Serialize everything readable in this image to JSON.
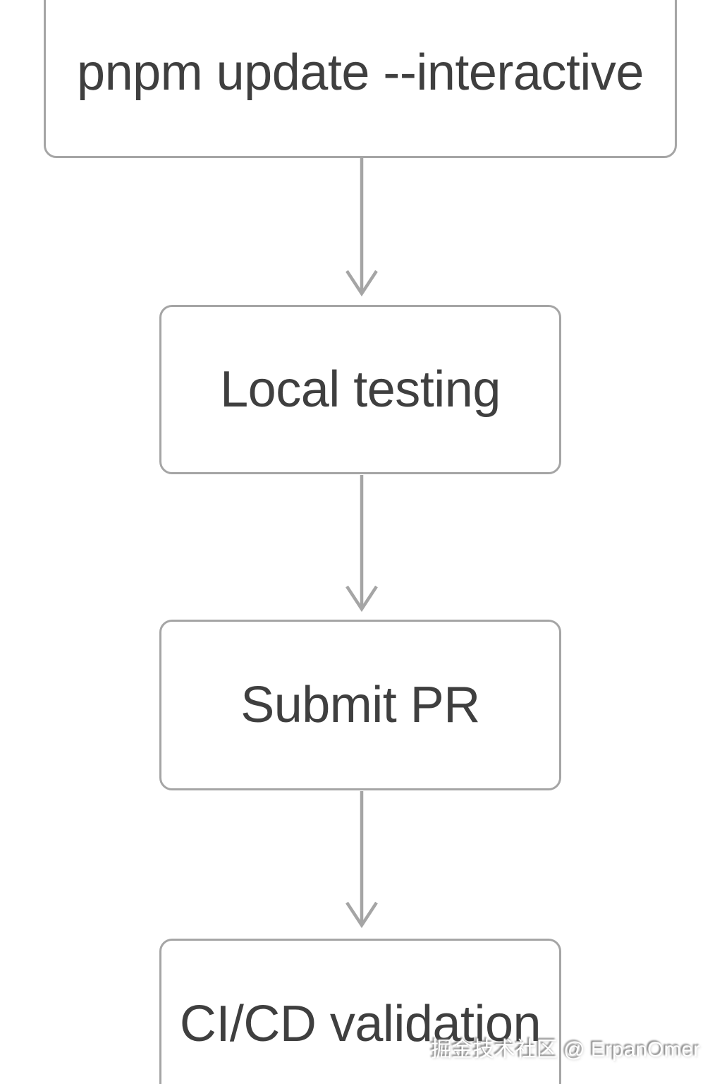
{
  "diagram": {
    "type": "flowchart",
    "direction": "top-down",
    "nodes": [
      {
        "id": "step-1",
        "label": "pnpm update --interactive"
      },
      {
        "id": "step-2",
        "label": "Local testing"
      },
      {
        "id": "step-3",
        "label": "Submit PR"
      },
      {
        "id": "step-4",
        "label": "CI/CD validation"
      }
    ],
    "edges": [
      {
        "from": "step-1",
        "to": "step-2"
      },
      {
        "from": "step-2",
        "to": "step-3"
      },
      {
        "from": "step-3",
        "to": "step-4"
      }
    ],
    "watermark": "掘金技术社区 @ ErpanOmer",
    "colors": {
      "background": "#ffffff",
      "node_border": "#a5a5a5",
      "arrow": "#a5a5a5",
      "node_text": "#3f3f3f",
      "watermark_text": "#ffffff"
    }
  }
}
